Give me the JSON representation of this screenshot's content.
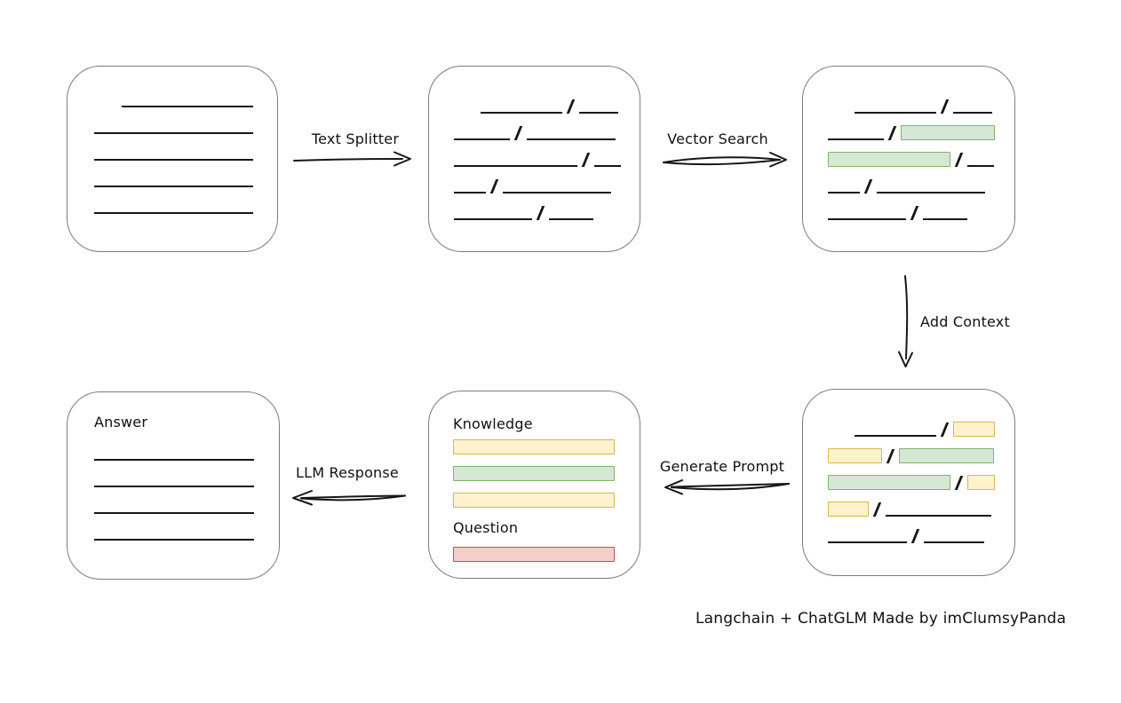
{
  "diagram": {
    "caption": "Langchain + ChatGLM Made by imClumsyPanda",
    "arrows": {
      "text_splitter": {
        "label": "Text Splitter",
        "direction": "right"
      },
      "vector_search": {
        "label": "Vector Search",
        "direction": "right"
      },
      "add_context": {
        "label": "Add Context",
        "direction": "down"
      },
      "generate_prompt": {
        "label": "Generate Prompt",
        "direction": "left"
      },
      "llm_response": {
        "label": "LLM Response",
        "direction": "left"
      }
    },
    "colors": {
      "stroke": "#161616",
      "box_border": "#7c7c7c",
      "chunk_green_fill": "#d5e8d4",
      "chunk_green_border": "#82b366",
      "chunk_yellow_fill": "#fff2cc",
      "chunk_yellow_border": "#d6b656",
      "question_red_fill": "#f8cecc",
      "question_red_border": "#b85450"
    },
    "nodes": {
      "document": {
        "rows": [
          [
            {
              "t": "line",
              "w": 148,
              "ml": 31
            }
          ],
          [
            {
              "t": "line",
              "w": 179
            }
          ],
          [
            {
              "t": "line",
              "w": 179
            }
          ],
          [
            {
              "t": "line",
              "w": 179
            }
          ],
          [
            {
              "t": "line",
              "w": 179
            }
          ]
        ]
      },
      "split_text": {
        "rows": [
          [
            {
              "t": "line",
              "w": 92,
              "ml": 30
            },
            {
              "t": "slash"
            },
            {
              "t": "line",
              "w": 44
            }
          ],
          [
            {
              "t": "line",
              "w": 63
            },
            {
              "t": "slash"
            },
            {
              "t": "line",
              "w": 100
            }
          ],
          [
            {
              "t": "line",
              "w": 139
            },
            {
              "t": "slash"
            },
            {
              "t": "line",
              "w": 30
            }
          ],
          [
            {
              "t": "line",
              "w": 36
            },
            {
              "t": "slash"
            },
            {
              "t": "line",
              "w": 122
            }
          ],
          [
            {
              "t": "line",
              "w": 88
            },
            {
              "t": "slash"
            },
            {
              "t": "line",
              "w": 50
            }
          ]
        ]
      },
      "matched_chunks": {
        "rows": [
          [
            {
              "t": "line",
              "w": 92,
              "ml": 30
            },
            {
              "t": "slash"
            },
            {
              "t": "line",
              "w": 44
            }
          ],
          [
            {
              "t": "line",
              "w": 63
            },
            {
              "t": "slash"
            },
            {
              "t": "green",
              "w": 106
            }
          ],
          [
            {
              "t": "green",
              "w": 138
            },
            {
              "t": "slash"
            },
            {
              "t": "line",
              "w": 30
            }
          ],
          [
            {
              "t": "line",
              "w": 36
            },
            {
              "t": "slash"
            },
            {
              "t": "line",
              "w": 122
            }
          ],
          [
            {
              "t": "line",
              "w": 88
            },
            {
              "t": "slash"
            },
            {
              "t": "line",
              "w": 50
            }
          ]
        ]
      },
      "context_chunks": {
        "rows": [
          [
            {
              "t": "line",
              "w": 92,
              "ml": 30
            },
            {
              "t": "slash"
            },
            {
              "t": "yellow",
              "w": 47
            }
          ],
          [
            {
              "t": "yellow",
              "w": 61
            },
            {
              "t": "slash"
            },
            {
              "t": "green",
              "w": 107
            }
          ],
          [
            {
              "t": "green",
              "w": 138
            },
            {
              "t": "slash"
            },
            {
              "t": "yellow",
              "w": 31
            }
          ],
          [
            {
              "t": "yellow",
              "w": 46
            },
            {
              "t": "slash"
            },
            {
              "t": "line",
              "w": 119
            }
          ],
          [
            {
              "t": "line",
              "w": 89
            },
            {
              "t": "slash"
            },
            {
              "t": "line",
              "w": 68
            }
          ]
        ]
      },
      "prompt": {
        "knowledge_label": "Knowledge",
        "question_label": "Question",
        "knowledge_rows": [
          [
            {
              "t": "yellow",
              "w": 182
            }
          ],
          [
            {
              "t": "green",
              "w": 182
            }
          ],
          [
            {
              "t": "yellow",
              "w": 182
            }
          ]
        ],
        "question_rows": [
          [
            {
              "t": "red",
              "w": 182
            }
          ]
        ]
      },
      "answer": {
        "label": "Answer",
        "rows": [
          [
            {
              "t": "line",
              "w": 180
            }
          ],
          [
            {
              "t": "line",
              "w": 180
            }
          ],
          [
            {
              "t": "line",
              "w": 180
            }
          ],
          [
            {
              "t": "line",
              "w": 180
            }
          ]
        ]
      }
    }
  }
}
